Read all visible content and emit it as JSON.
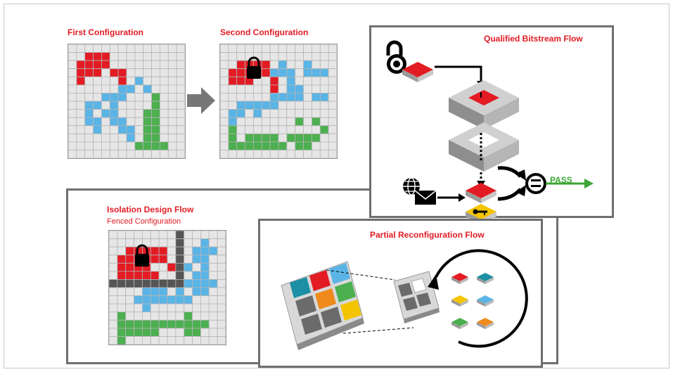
{
  "labels": {
    "first": "First Configuration",
    "second": "Second Configuration",
    "qualified": "Qualified Bitstream Flow",
    "isolation": "Isolation Design Flow",
    "fenced": "Fenced Configuration",
    "partial": "Partial Reconfiguration Flow",
    "pass": "PASS"
  },
  "colors": {
    "red": "#e31b23",
    "blue": "#5ab4e6",
    "green": "#4caf50",
    "dark": "#555555",
    "grid_bg": "#e6e6e6",
    "grid_line": "#b5b5b5",
    "panel_border": "#6f6f6f",
    "arrow_gray": "#777777",
    "pass_green": "#3da535"
  },
  "icons": [
    "padlock-icon",
    "combination-lock-icon",
    "globe-icon",
    "envelope-icon",
    "key-icon",
    "equals-icon",
    "arrow-right-icon"
  ],
  "grids": {
    "first": [
      "..............",
      "..RRR.........",
      ".RRRR.........",
      ".RRR.RR.......",
      ".R....R.B.....",
      "......BB.B....",
      "....BBB...G...",
      "..BB.B....G...",
      "..B.BB...GG...",
      "..BB.BB..GG...",
      "...B..BB.GG...",
      ".......B.GG...",
      "........GGGG..",
      ".............."
    ],
    "second": [
      "..............",
      "..............",
      "..RRRR.B..B...",
      ".RRRRRBBB.BBB.",
      ".RRR..R.B.....",
      "......R.BB....",
      "......BBBB.BB.",
      "..BBBBB.......",
      ".BB.B.........",
      ".B.......G.G..",
      ".G..........G.",
      ".G.GGGG.GGGG..",
      ".GGGGGGG.GG...",
      ".............."
    ],
    "fenced": [
      "........D.....",
      "........D..B..",
      "..RRRRR.D.BBB.",
      ".RRRRRR.D.BB..",
      ".RRRR..RDB.B..",
      ".RRRRR..D.BB..",
      "DDDDDDDDDBBBB.",
      "....BBB.B.BB..",
      "...BBBBBBB....",
      "....B.........",
      ".G.......G....",
      ".GGGGGGGGGGG..",
      ".GGGGG...GG...",
      ".G............"
    ]
  }
}
